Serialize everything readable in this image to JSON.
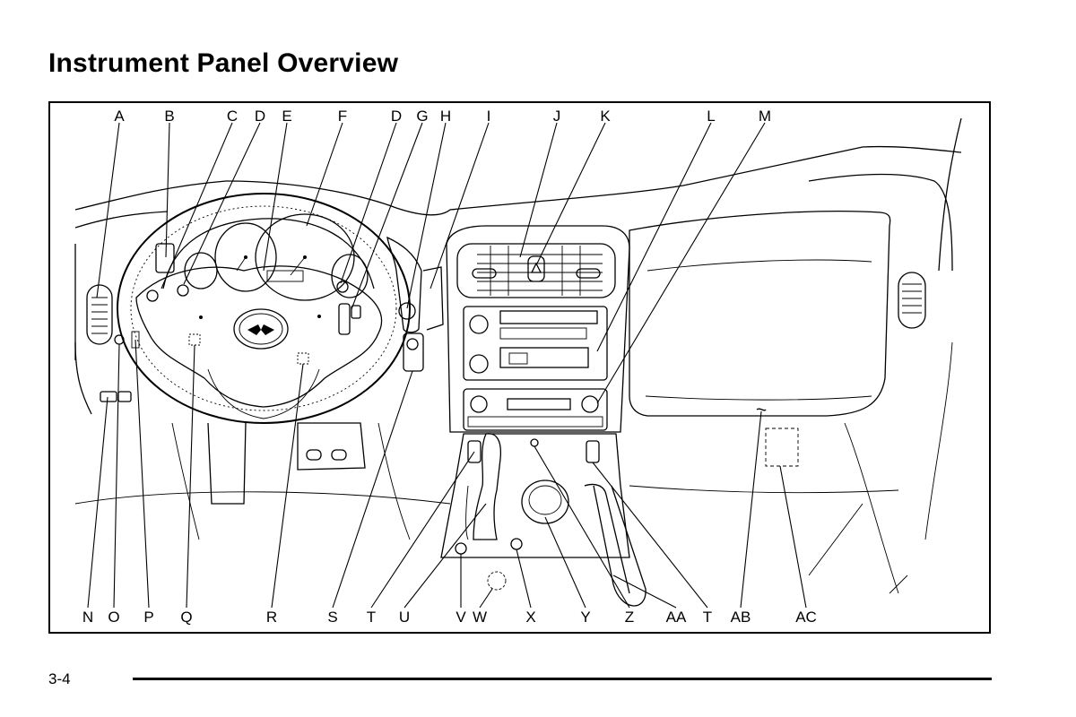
{
  "page": {
    "title": "Instrument Panel Overview",
    "page_number": "3-4"
  },
  "callouts_top": [
    "A",
    "B",
    "C",
    "D",
    "E",
    "F",
    "D",
    "G",
    "H",
    "I",
    "J",
    "K",
    "L",
    "M"
  ],
  "callouts_bottom": [
    "N",
    "O",
    "P",
    "Q",
    "R",
    "S",
    "T",
    "U",
    "V",
    "W",
    "X",
    "Y",
    "Z",
    "AA",
    "T",
    "AB",
    "AC"
  ],
  "icons": {
    "steering_emblem": "crossed-flags-logo-icon",
    "hazard": "hazard-triangle-icon"
  }
}
